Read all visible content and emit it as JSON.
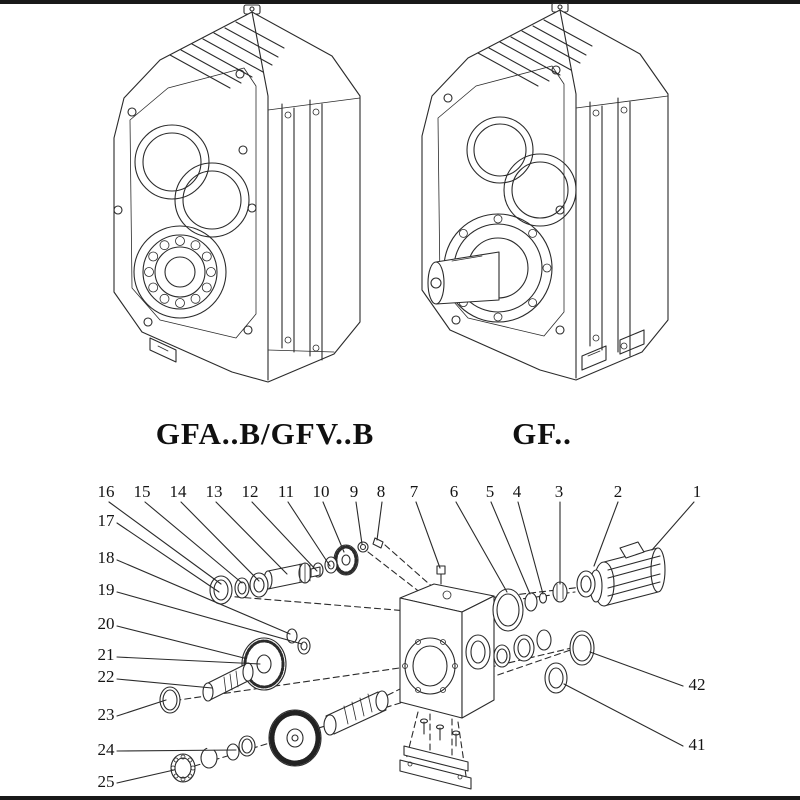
{
  "captions": {
    "left": "GFA..B/GFV..B",
    "right": "GF.."
  },
  "part_numbers": {
    "top": [
      "16",
      "15",
      "14",
      "13",
      "12",
      "11",
      "10",
      "9",
      "8",
      "7",
      "6",
      "5",
      "4",
      "3",
      "2",
      "1"
    ],
    "left": [
      "17",
      "18",
      "19",
      "20",
      "21",
      "22",
      "23",
      "24",
      "25"
    ],
    "right": [
      "42",
      "41"
    ]
  },
  "colors": {
    "line": "#2b2b2b",
    "background": "#ffffff",
    "frame_bar": "#191919"
  }
}
